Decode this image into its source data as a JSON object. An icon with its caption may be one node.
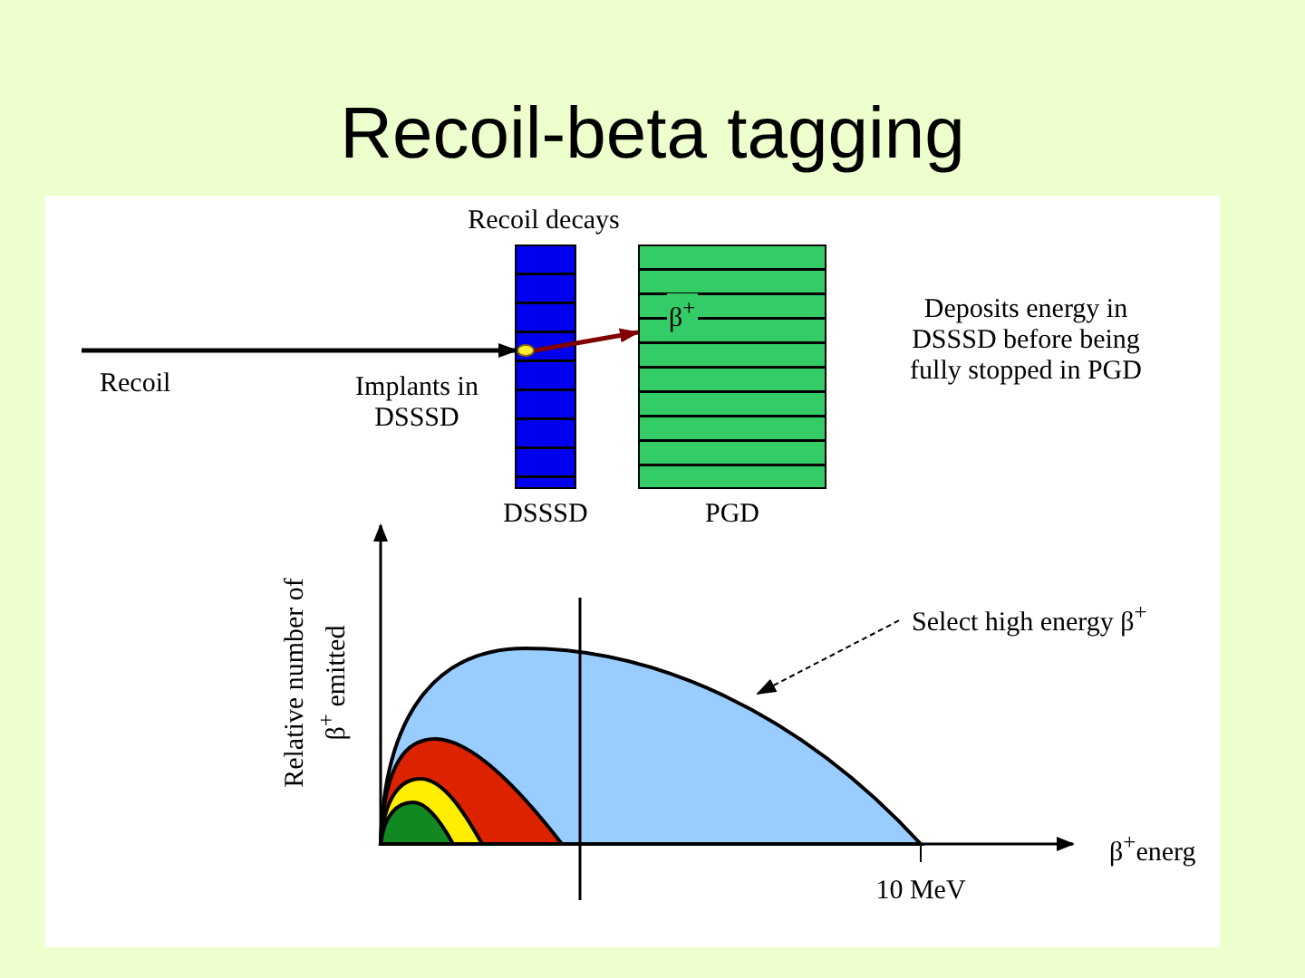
{
  "diagram": {
    "title": "Recoil-beta tagging",
    "nodes": [
      {
        "text": [
          "DSSSD"
        ]
      },
      {
        "text": [],
        "shape": "circle",
        "in": 0
      },
      {
        "text": [
          "PGD"
        ]
      },
      {
        "text": [
          "Select high energy β$^{+}$"
        ]
      },
      {
        "text": [],
        "shape": "curve"
      }
    ],
    "edges": [
      {
        "from": null,
        "to": 1,
        "arrow": "to",
        "label": "Recoil"
      },
      {
        "from": 1,
        "to": 2,
        "arrow": "to",
        "label": "β$^{+}$",
        "color": "#800000"
      },
      {
        "from": 3,
        "to": 4,
        "arrow": "to",
        "style": "dashed"
      }
    ],
    "labels": [
      "Recoil decays",
      "Implants in DSSSD",
      "Deposits energy in DSSSD before being fully stopped in PGD",
      "Relative number of β$^{+}$ emitted",
      "β$^{+}$energ",
      "10 MeV"
    ]
  }
}
